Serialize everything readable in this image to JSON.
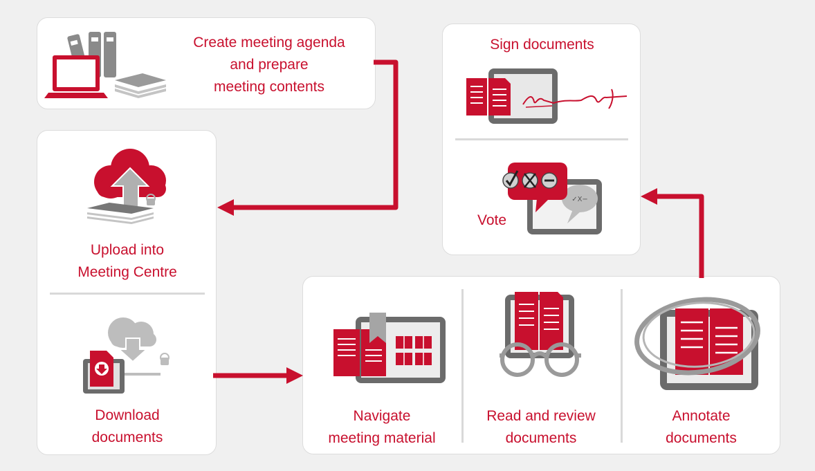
{
  "steps": {
    "create": {
      "label": "Create meeting agenda\nand prepare\nmeeting contents"
    },
    "upload": {
      "label": "Upload into\nMeeting Centre"
    },
    "download": {
      "label": "Download\ndocuments"
    },
    "navigate": {
      "label": "Navigate\nmeeting material"
    },
    "read": {
      "label": "Read and review\ndocuments"
    },
    "annotate": {
      "label": "Annotate\ndocuments"
    },
    "sign": {
      "label": "Sign documents"
    },
    "vote": {
      "label": "Vote"
    }
  },
  "colors": {
    "brand_red": "#c8102e",
    "dark_gray": "#6b6b6b",
    "light_gray": "#b8b8b8",
    "background": "#f0f0f0",
    "card": "#ffffff"
  },
  "icons": {
    "create": "laptop-binders-icon",
    "upload": "cloud-upload-icon",
    "download": "cloud-download-tablet-icon",
    "navigate": "tablet-bookmark-icon",
    "read": "tablet-glasses-icon",
    "annotate": "tablet-annotate-icon",
    "sign": "tablet-signature-icon",
    "vote": "vote-bubbles-icon"
  }
}
